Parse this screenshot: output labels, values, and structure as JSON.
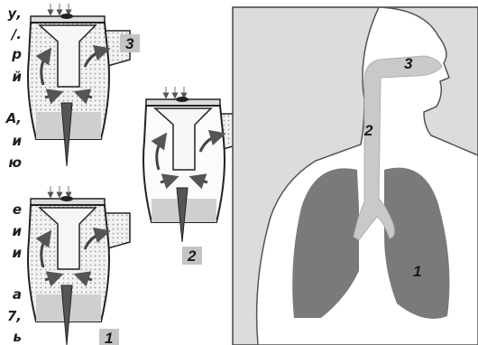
{
  "left_text_fragments": [
    "у,",
    "/.",
    "р",
    "й",
    "А,",
    "и",
    "ю",
    "е",
    "и",
    "и",
    "а",
    "7,",
    "ь"
  ],
  "nebulizer_labels": {
    "a": "3",
    "b": "2",
    "c": "1"
  },
  "anatomy_labels": {
    "mouth": "3",
    "trachea": "2",
    "lungs": "1"
  },
  "colors": {
    "lung": "#7a7a7a",
    "airway": "#c9c9c9",
    "panel_bg": "#dcdcdc",
    "label_box": "#c4c4c4"
  }
}
